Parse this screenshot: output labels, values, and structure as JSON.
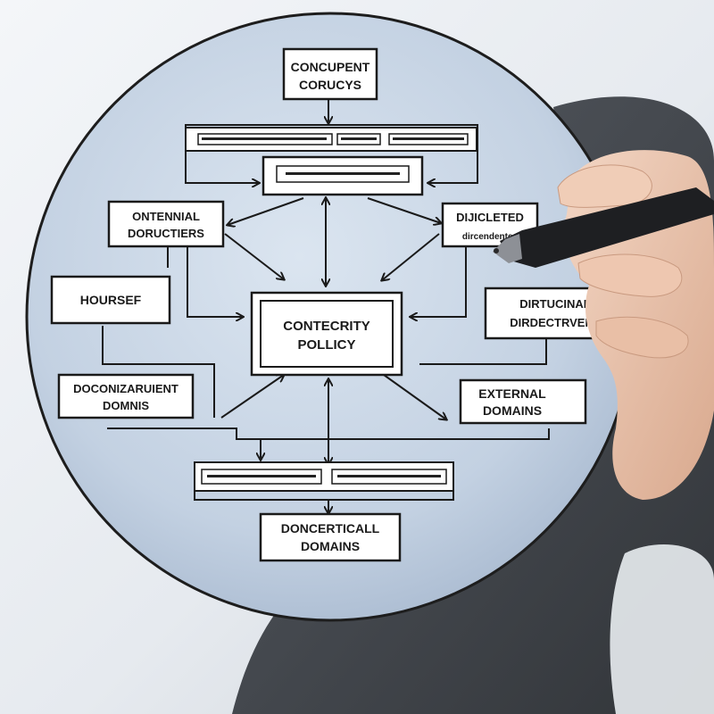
{
  "diagram": {
    "nodes": {
      "top_concept": {
        "line1": "CONCUPENT",
        "line2": "CORUCYS"
      },
      "center": {
        "line1": "CONTECRITY",
        "line2": "POLLICY"
      },
      "left_upper": {
        "line1": "ONTENNIAL",
        "line2": "DORUCTIERS"
      },
      "left_middle": {
        "line1": "HOURSEF"
      },
      "left_lower": {
        "line1": "DOCONIZARUIENT",
        "line2": "DOMNIS"
      },
      "right_upper": {
        "line1": "DIJICLETED",
        "line2": "dircendentes"
      },
      "right_middle": {
        "line1": "DIRTUCINAL",
        "line2": "DIRDECTRVENT"
      },
      "right_lower": {
        "line1": "EXTERNAL",
        "line2": "DOMAINS"
      },
      "bottom": {
        "line1": "DONCERTICALL",
        "line2": "DOMAINS"
      }
    }
  },
  "colors": {
    "lens_fill": "#c5d3e3",
    "ink": "#1a1a1a",
    "box_fill": "#ffffff",
    "suit": "#1f2329",
    "skin": "#e8c4ae"
  }
}
